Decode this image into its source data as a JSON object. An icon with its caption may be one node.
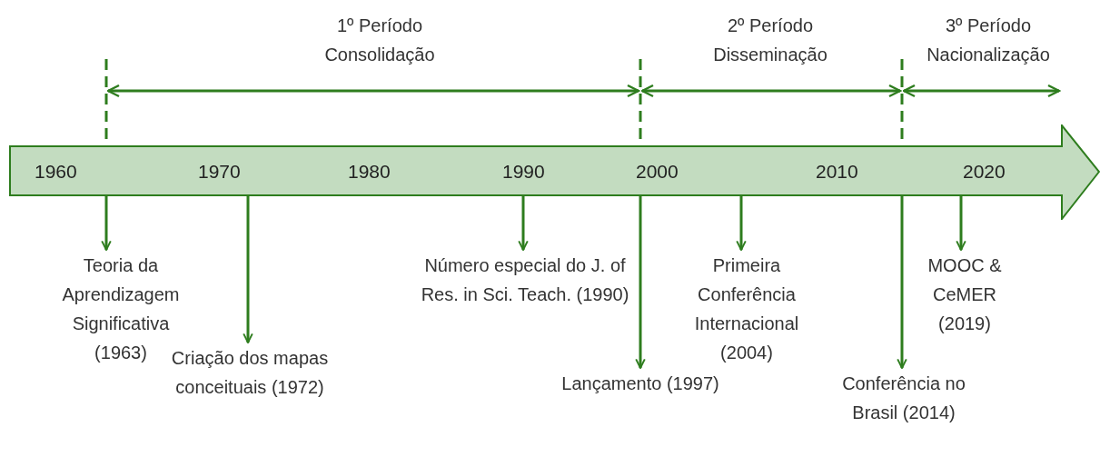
{
  "diagram": {
    "nodes": [
      {
        "text": [
          "1960",
          "1970",
          "1980",
          "1990",
          "2000",
          "2010",
          "2020"
        ]
      },
      {
        "text": [
          "Teoria da Aprendizagem Significativa (1963)"
        ]
      },
      {
        "text": [
          "Criação dos mapas conceituais (1972)"
        ]
      },
      {
        "text": [
          "Número especial do J. of Res. in Sci. Teach. (1990)"
        ]
      },
      {
        "text": [
          "Lançamento (1997)"
        ]
      },
      {
        "text": [
          "Primeira Conferência Internacional (2004)"
        ]
      },
      {
        "text": [
          "Conferência no Brasil (2014)"
        ]
      },
      {
        "text": [
          "MOOC & CeMER (2019)"
        ]
      }
    ],
    "edges": [
      {
        "from": 0,
        "to": 1,
        "arrow": "to"
      },
      {
        "from": 0,
        "to": 2,
        "arrow": "to"
      },
      {
        "from": 0,
        "to": 3,
        "arrow": "to"
      },
      {
        "from": 0,
        "to": 4,
        "arrow": "to"
      },
      {
        "from": 0,
        "to": 5,
        "arrow": "to"
      },
      {
        "from": 0,
        "to": 6,
        "arrow": "to"
      },
      {
        "from": 0,
        "to": 7,
        "arrow": "to"
      }
    ],
    "labels": [
      "1º Período Consolidação",
      "2º Período Disseminação",
      "3º Período Nacionalização"
    ]
  }
}
